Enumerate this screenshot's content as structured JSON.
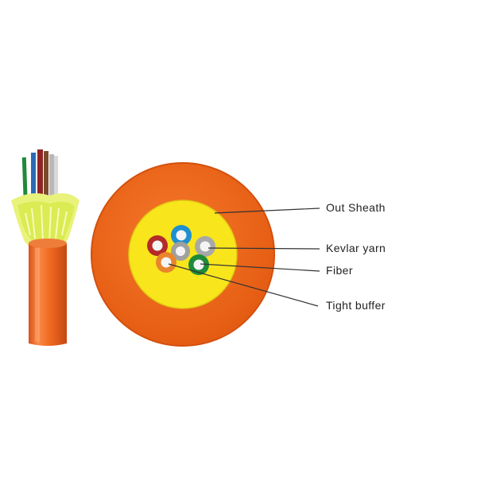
{
  "diagram": {
    "labels": {
      "out_sheath": "Out Sheath",
      "kevlar_yarn": "Kevlar yarn",
      "fiber": "Fiber",
      "tight_buffer": "Tight buffer"
    }
  },
  "colors": {
    "sheath": "#f26a1b",
    "sheath_shadow": "#c9460c",
    "kevlar": "#f5e21a",
    "kevlar_light": "#eef59a",
    "fiber_core": "#f4f4f4",
    "buffer_blue": "#1e8fd0",
    "buffer_red": "#b52a2a",
    "buffer_gray": "#a8a8a8",
    "buffer_brown": "#b07a44",
    "buffer_orange": "#e9852c",
    "buffer_green": "#1f8a3a",
    "leader_line": "#333333",
    "label_text": "#222222"
  },
  "icons": {
    "cable_illustration": "cable-side-view-icon",
    "cross_section": "cable-cross-section-icon"
  }
}
